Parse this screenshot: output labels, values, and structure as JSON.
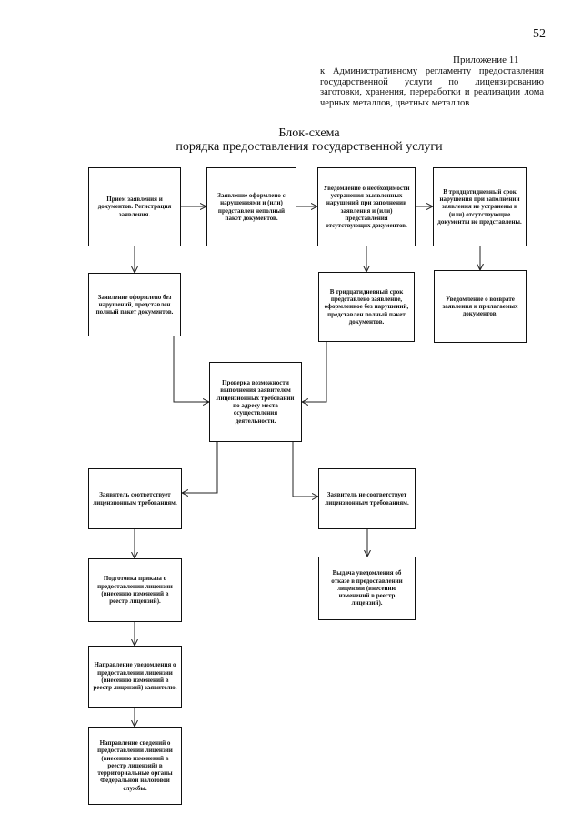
{
  "page_number": "52",
  "appendix": {
    "title": "Приложение 11",
    "description": "к Административному регламенту предоставления государственной услуги по лицензированию заготовки, хранения, переработки и реализации лома черных металлов, цветных металлов"
  },
  "diagram": {
    "title": "Блок-схема",
    "subtitle": "порядка предоставления государственной услуги"
  },
  "nodes": {
    "receive": "Прием заявления и документов. Регистрация заявления.",
    "violations_found": "Заявление оформлено с нарушениями и (или) представлен неполный пакет документов.",
    "notice_fix": "Уведомление о необходимости устранения выявленных нарушений при заполнении заявления и (или) представления отсутствующих документов.",
    "not_fixed": "В тридцатидневный срок нарушения при заполнении заявления не устранены и (или) отсутствующие документы не представлены.",
    "complete": "Заявление оформлено без нарушений, представлен полный пакет документов.",
    "fixed_in_time": "В тридцатидневный срок представлено заявление, оформленное без нарушений, представлен полный пакет документов.",
    "return_notice": "Уведомление о возврате заявления и прилагаемых документов.",
    "check": "Проверка возможности выполнения заявителем лицензионных требований по адресу места осуществления деятельности.",
    "compliant": "Заявитель соответствует лицензионным требованиям.",
    "non_compliant": "Заявитель не соответствует лицензионным требованиям.",
    "prepare_order": "Подготовка приказа о предоставлении лицензии (внесению изменений в реестр лицензий).",
    "refusal": "Выдача уведомления об отказе в предоставлении лицензии (внесению изменений в реестр лицензий).",
    "notify_applicant": "Направление уведомления о предоставлении лицензии (внесению изменений в реестр лицензий) заявителю.",
    "send_tax": "Направление сведений о предоставлении лицензии (внесению изменений в реестр лицензий) в территориальные органы Федеральной налоговой службы."
  }
}
